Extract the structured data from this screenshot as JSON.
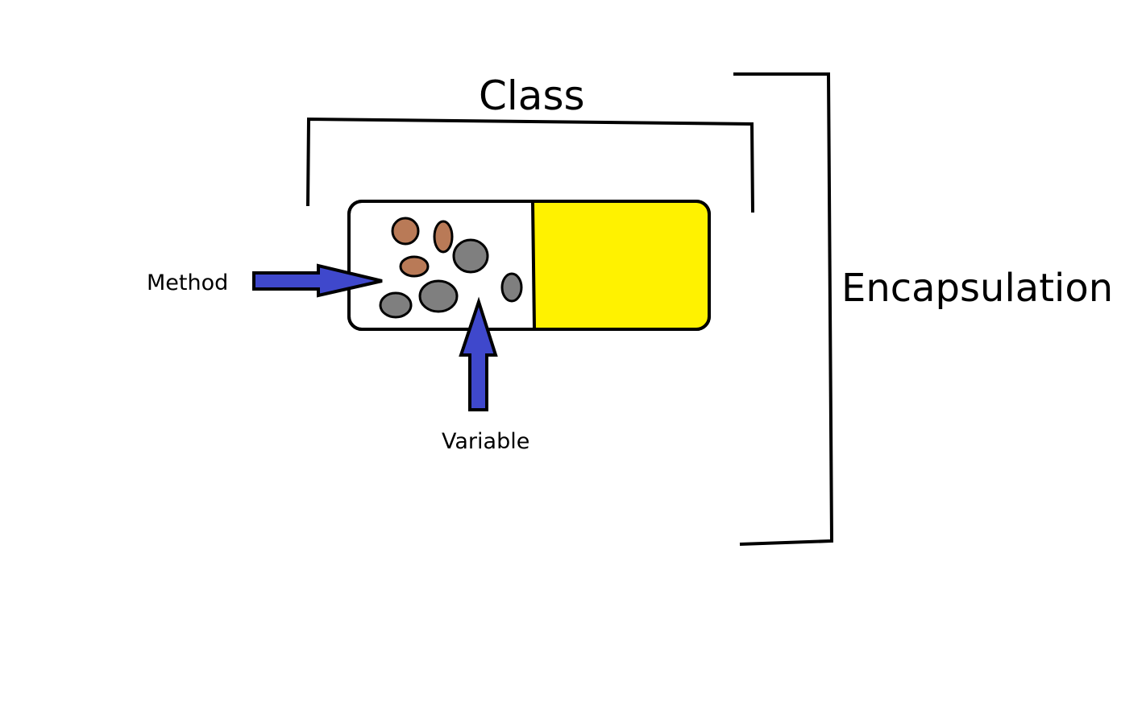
{
  "labels": {
    "class": "Class",
    "encapsulation": "Encapsulation",
    "method": "Method",
    "variable": "Variable"
  },
  "colors": {
    "stroke": "#000000",
    "capsule_fill": "#ffffff",
    "capsule_right_fill": "#fff200",
    "arrow_fill": "#3f48cc",
    "method_dot": "#b97a57",
    "variable_dot": "#7f7f7f"
  },
  "contents": {
    "method_dots": 3,
    "variable_dots": 4
  }
}
